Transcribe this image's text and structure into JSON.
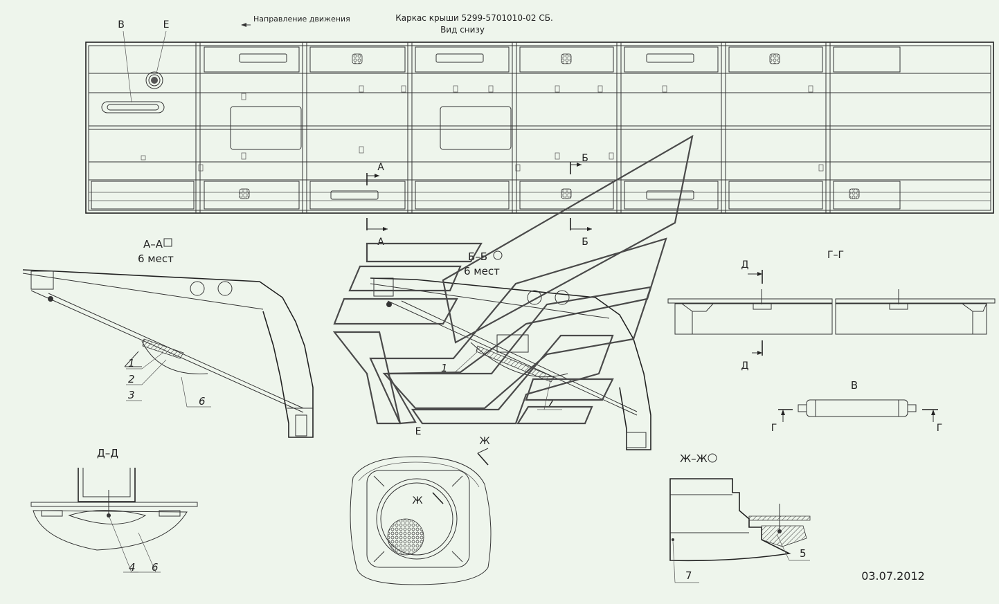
{
  "drawing": {
    "title_line1": "Каркас крыши 5299-5701010-02 СБ.",
    "title_line2": "Вид снизу",
    "direction_label": "Направление движения",
    "date": "03.07.2012",
    "watermark_letter": "E"
  },
  "view_markers": {
    "B": "В",
    "E": "Е",
    "A": "А",
    "Bb": "Б",
    "G": "Г",
    "D": "Д",
    "Zh": "Ж"
  },
  "sections": {
    "aa_title": "А–А",
    "aa_count": "6 мест",
    "bb_title": "Б–Б",
    "bb_count": "6 мест",
    "gg_title": "Г–Г",
    "v_title": "В",
    "dd_title": "Д–Д",
    "zhzh_title": "Ж–Ж"
  },
  "callouts": {
    "c1": "1",
    "c2": "2",
    "c3": "3",
    "c4": "4",
    "c5": "5",
    "c6": "6",
    "c7": "7"
  }
}
